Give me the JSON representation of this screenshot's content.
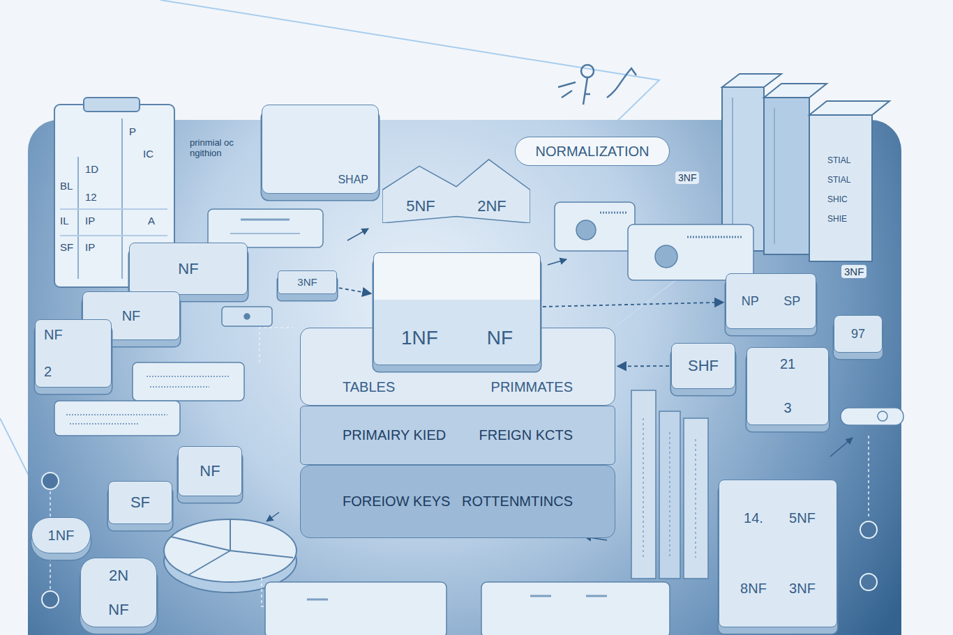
{
  "diagram": {
    "nodes": [
      {
        "text": [
          "NORMALIZATION"
        ]
      },
      {
        "text": [
          "SHAP"
        ]
      },
      {
        "text": [
          "5NF",
          "2NF"
        ]
      },
      {
        "text": [
          "NF"
        ]
      },
      {
        "text": [
          "NF"
        ]
      },
      {
        "text": [
          "NF",
          "2"
        ]
      },
      {
        "text": [
          "3NF"
        ]
      },
      {
        "text": [
          "1NF",
          "NF"
        ]
      },
      {
        "text": [
          "TABLES",
          "PRIMMATES"
        ]
      },
      {
        "text": [
          "PRIMAIRY KIED",
          "FREIGN KCTS"
        ]
      },
      {
        "text": [
          "FOREIOW KEYS",
          "ROTTENMTINCS"
        ]
      },
      {
        "text": [
          "NP",
          "SP"
        ]
      },
      {
        "text": [
          "SHF"
        ]
      },
      {
        "text": [
          "21",
          "3"
        ]
      },
      {
        "text": [
          "97"
        ]
      },
      {
        "text": [
          "NF"
        ]
      },
      {
        "text": [
          "SF"
        ]
      },
      {
        "text": [
          "14.",
          "5NF",
          "8NF",
          "3NF"
        ]
      },
      {
        "text": [
          "1NF"
        ]
      },
      {
        "text": [
          "2N",
          "NF"
        ]
      }
    ],
    "edges": [
      {
        "from": 6,
        "to": 7,
        "arrow": "to"
      },
      {
        "from": 7,
        "to": 11,
        "arrow": "to"
      },
      {
        "from": 12,
        "to": 8,
        "arrow": "to"
      }
    ],
    "labels": [
      "prinmial oc ngithion",
      "3NF",
      "3NF",
      "P",
      "IC",
      "BL",
      "1D",
      "12",
      "IL",
      "IP",
      "A",
      "SF",
      "IP",
      "STIAL",
      "STIAL",
      "SHIC",
      "SHIE"
    ]
  }
}
